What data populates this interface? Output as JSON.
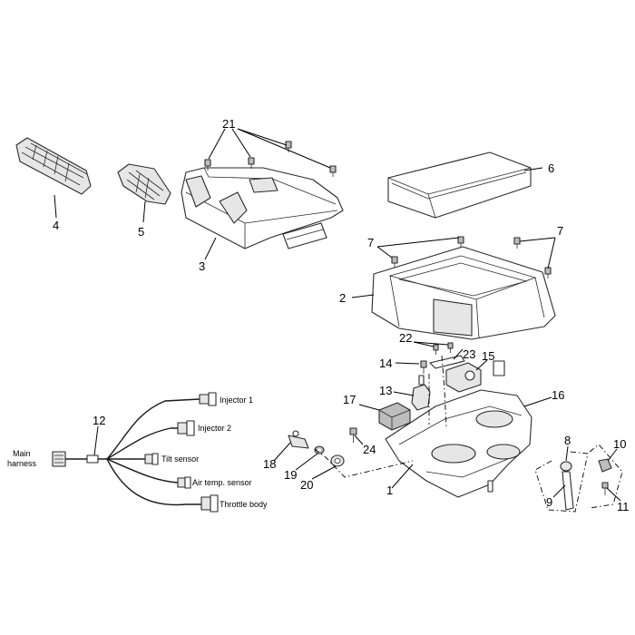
{
  "callouts": {
    "c1": "1",
    "c2": "2",
    "c3": "3",
    "c4": "4",
    "c5": "5",
    "c6": "6",
    "c7a": "7",
    "c7b": "7",
    "c8": "8",
    "c9": "9",
    "c10": "10",
    "c11": "11",
    "c12": "12",
    "c13": "13",
    "c14": "14",
    "c15": "15",
    "c16": "16",
    "c17": "17",
    "c18": "18",
    "c19": "19",
    "c20": "20",
    "c21": "21",
    "c22": "22",
    "c23": "23",
    "c24": "24"
  },
  "harness": {
    "main_line1": "Main",
    "main_line2": "harness",
    "injector1": "Injector 1",
    "injector2": "Injector 2",
    "tilt_sensor": "Tilt sensor",
    "air_temp_sensor": "Air temp. sensor",
    "throttle_body": "Throttle body"
  }
}
